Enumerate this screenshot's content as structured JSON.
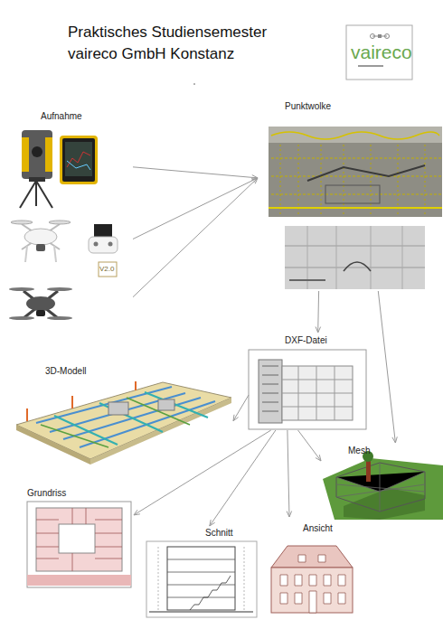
{
  "diagram": {
    "title": "Praktisches Studiensemester vaireco GmbH Konstanz",
    "nodes": [
      {
        "text": [
          "Aufnahme"
        ]
      },
      {
        "text": [
          "Punktwolke"
        ]
      },
      {
        "text": [
          "DXF-Datei"
        ]
      },
      {
        "text": [
          "3D-Modell"
        ]
      },
      {
        "text": [
          "Mesh"
        ]
      },
      {
        "text": [
          "Grundriss"
        ]
      },
      {
        "text": [
          "Ansicht"
        ]
      },
      {
        "text": [
          "Schnitt"
        ]
      }
    ],
    "edges": [
      {
        "from": 0,
        "to": 1,
        "arrow": "to"
      },
      {
        "from": 0,
        "to": 1,
        "arrow": "to"
      },
      {
        "from": 0,
        "to": 1,
        "arrow": "to"
      },
      {
        "from": 1,
        "to": 2,
        "arrow": "to"
      },
      {
        "from": 1,
        "to": 4,
        "arrow": "to"
      },
      {
        "from": 2,
        "to": 3,
        "arrow": "to"
      },
      {
        "from": 2,
        "to": 4,
        "arrow": "to"
      },
      {
        "from": 2,
        "to": 5,
        "arrow": "to"
      },
      {
        "from": 2,
        "to": 7,
        "arrow": "to"
      },
      {
        "from": 2,
        "to": 6,
        "arrow": "to"
      }
    ],
    "labels": [
      "vaireco",
      "V2.0"
    ]
  }
}
